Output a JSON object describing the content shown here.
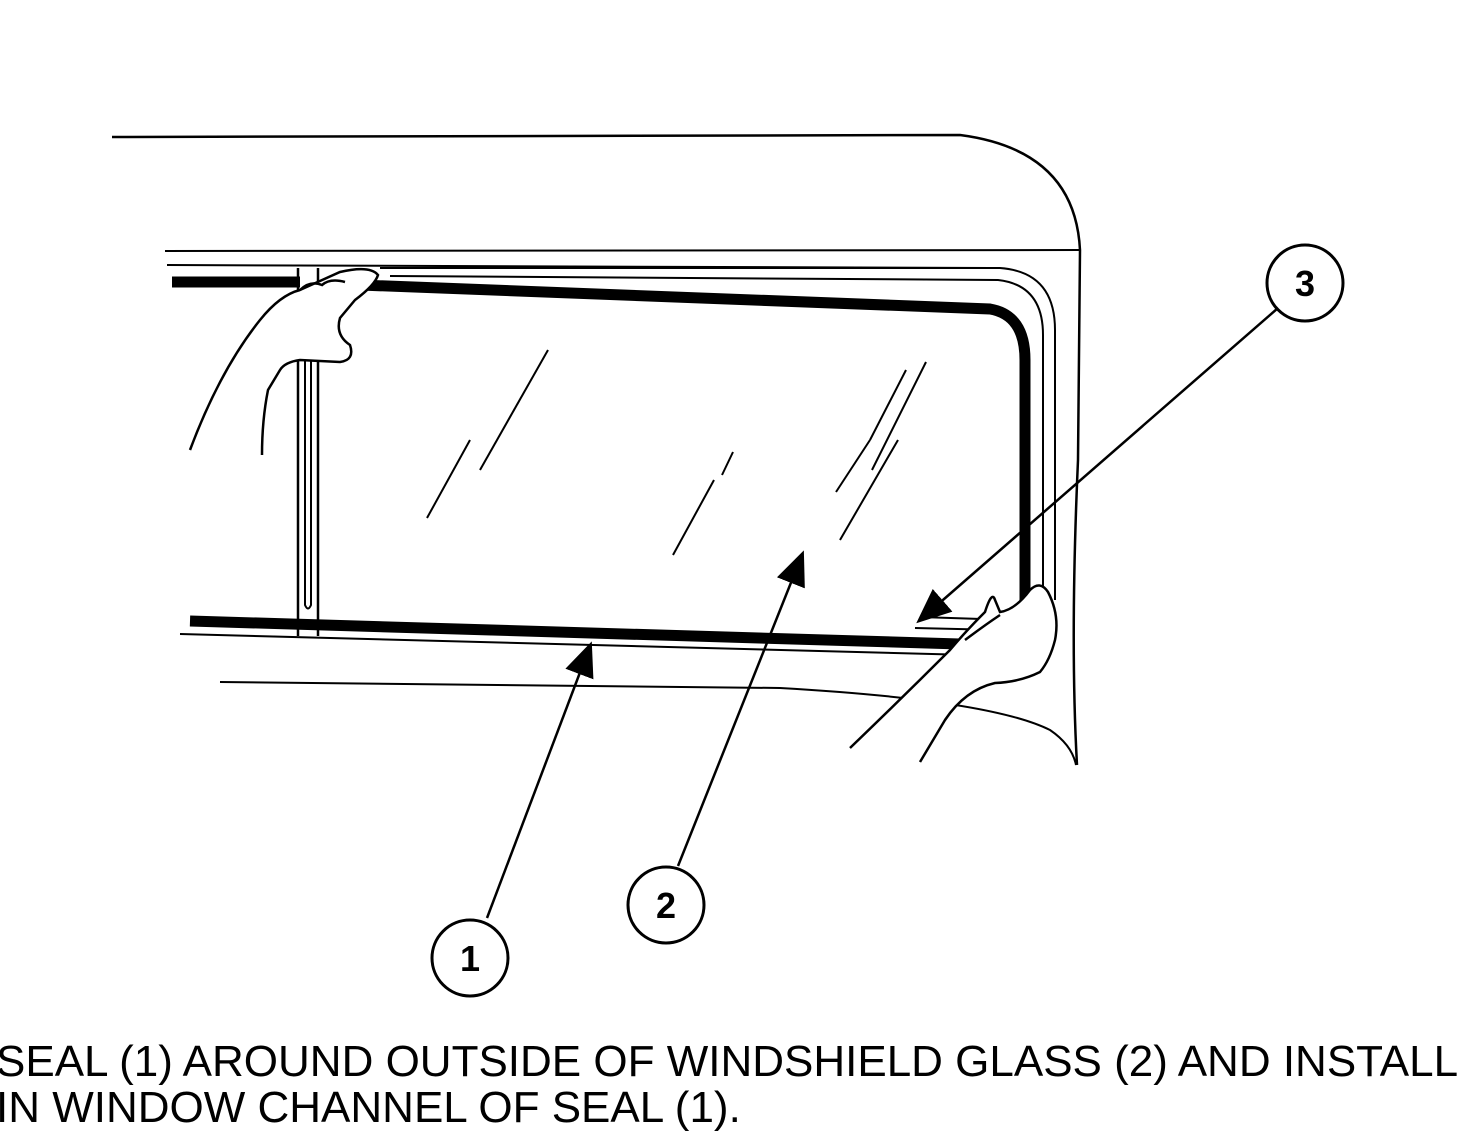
{
  "figure": {
    "callouts": [
      {
        "id": "seal",
        "label": "1"
      },
      {
        "id": "windshield-glass",
        "label": "2"
      },
      {
        "id": "window-channel",
        "label": "3"
      }
    ]
  },
  "caption": {
    "line1": "SEAL (1) AROUND OUTSIDE OF WINDSHIELD GLASS (2) AND INSTALL",
    "line2": "IN WINDOW CHANNEL OF SEAL (1)."
  },
  "colors": {
    "ink": "#000000",
    "paper": "#ffffff"
  }
}
